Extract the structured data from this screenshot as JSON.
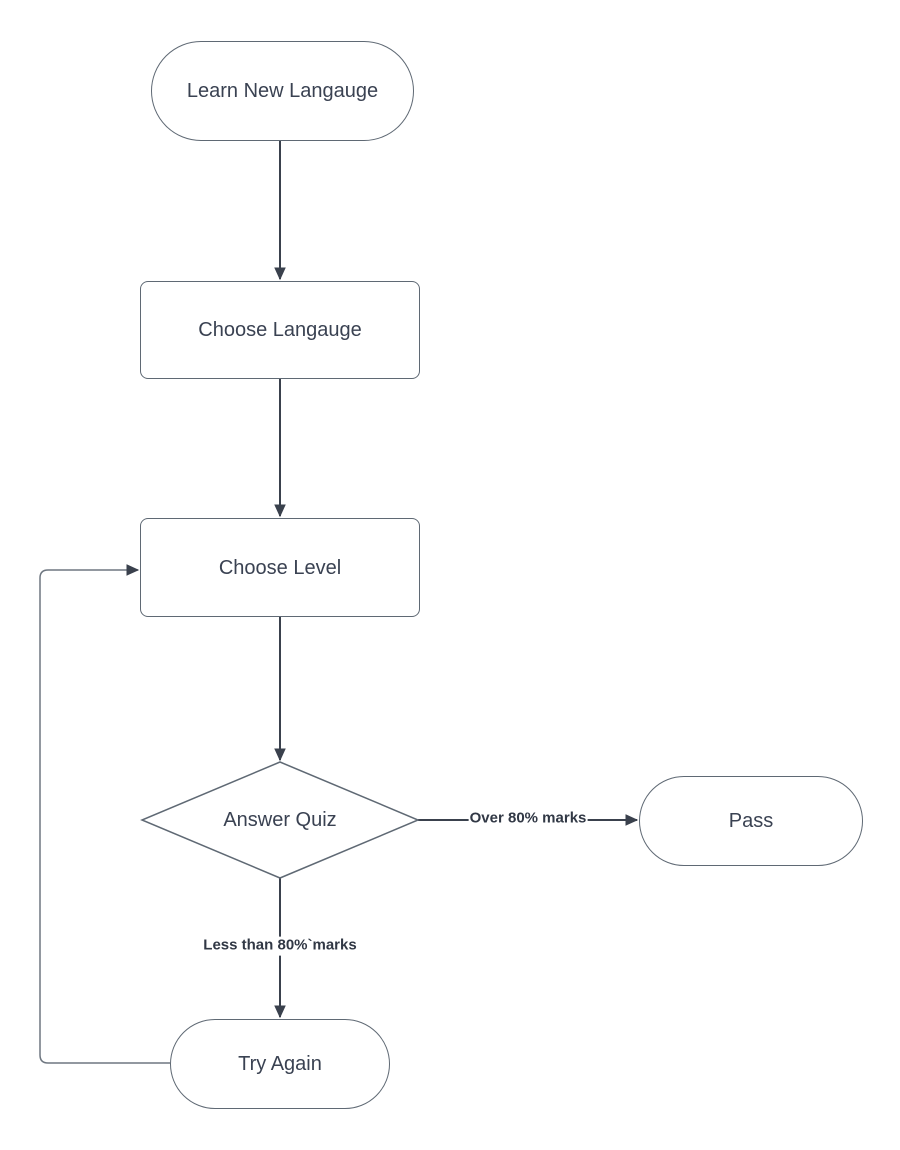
{
  "nodes": {
    "learn_new_language": {
      "label": "Learn New Langauge",
      "shape": "terminator"
    },
    "choose_language": {
      "label": "Choose Langauge",
      "shape": "process"
    },
    "choose_level": {
      "label": "Choose Level",
      "shape": "process"
    },
    "answer_quiz": {
      "label": "Answer Quiz",
      "shape": "decision"
    },
    "pass": {
      "label": "Pass",
      "shape": "terminator"
    },
    "try_again": {
      "label": "Try Again",
      "shape": "terminator"
    }
  },
  "edges": [
    {
      "from": "learn_new_language",
      "to": "choose_language",
      "label": ""
    },
    {
      "from": "choose_language",
      "to": "choose_level",
      "label": ""
    },
    {
      "from": "choose_level",
      "to": "answer_quiz",
      "label": ""
    },
    {
      "from": "answer_quiz",
      "to": "pass",
      "label": "Over 80% marks"
    },
    {
      "from": "answer_quiz",
      "to": "try_again",
      "label": "Less than 80%`marks"
    },
    {
      "from": "try_again",
      "to": "choose_level",
      "label": ""
    }
  ],
  "colors": {
    "background": "#ffffff",
    "shape_fill": "#ffffff",
    "shape_border": "#5f6974",
    "node_text": "#3a4252",
    "edge_stroke": "#3a414d",
    "loop_edge_stroke": "#6e7680",
    "edge_label_text": "#313845"
  }
}
